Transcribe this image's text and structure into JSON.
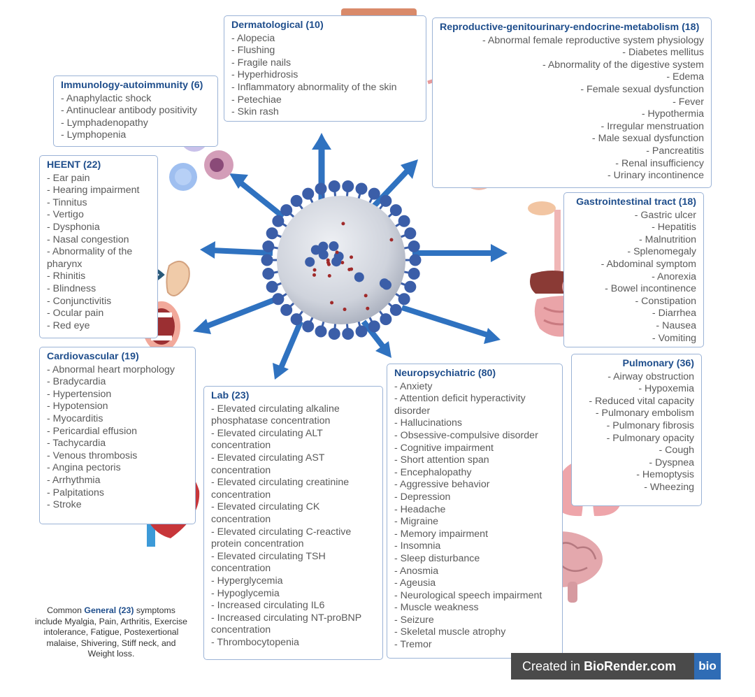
{
  "categories": {
    "dermatological": {
      "title": "Dermatological (10)",
      "items": [
        "- Alopecia",
        "- Flushing",
        "- Fragile nails",
        "- Hyperhidrosis",
        "- Inflammatory abnormality of the skin",
        "- Petechiae",
        "- Skin rash"
      ]
    },
    "immunology": {
      "title": "Immunology-autoimmunity (6)",
      "items": [
        "- Anaphylactic shock",
        "- Antinuclear antibody positivity",
        "- Lymphadenopathy",
        "- Lymphopenia"
      ]
    },
    "reproductive": {
      "title": "Reproductive-genitourinary-endocrine-metabolism (18)",
      "items": [
        "- Abnormal female reproductive system physiology",
        "- Diabetes mellitus",
        "- Abnormality of the digestive system",
        "- Edema",
        "- Female sexual dysfunction",
        "- Fever",
        "- Hypothermia",
        "- Irregular menstruation",
        "- Male sexual dysfunction",
        "- Pancreatitis",
        "- Renal insufficiency",
        "- Urinary incontinence"
      ]
    },
    "heent": {
      "title": "HEENT (22)",
      "items": [
        "- Ear pain",
        "- Hearing impairment",
        "- Tinnitus",
        "- Vertigo",
        "- Dysphonia",
        "- Nasal congestion",
        "- Abnormality of the",
        "pharynx",
        "- Rhinitis",
        "- Blindness",
        "- Conjunctivitis",
        "- Ocular pain",
        "- Red eye"
      ]
    },
    "gastrointestinal": {
      "title": "Gastrointestinal tract (18)",
      "items": [
        "- Gastric ulcer",
        "- Hepatitis",
        "- Malnutrition",
        "- Splenomegaly",
        "- Abdominal symptom",
        "- Anorexia",
        "- Bowel incontinence",
        "- Constipation",
        "- Diarrhea",
        "- Nausea",
        "- Vomiting"
      ]
    },
    "cardiovascular": {
      "title": "Cardiovascular (19)",
      "items": [
        "- Abnormal heart morphology",
        "- Bradycardia",
        "- Hypertension",
        "- Hypotension",
        "- Myocarditis",
        "- Pericardial effusion",
        "- Tachycardia",
        "- Venous thrombosis",
        "- Angina pectoris",
        "- Arrhythmia",
        "- Palpitations",
        "- Stroke"
      ]
    },
    "lab": {
      "title": "Lab (23)",
      "items": [
        "- Elevated circulating alkaline",
        "phosphatase concentration",
        "- Elevated circulating ALT",
        "concentration",
        "- Elevated circulating AST",
        "concentration",
        "- Elevated circulating creatinine",
        "concentration",
        "- Elevated circulating CK",
        "concentration",
        "- Elevated circulating C-reactive",
        "protein concentration",
        "- Elevated circulating TSH",
        "concentration",
        "- Hyperglycemia",
        "- Hypoglycemia",
        "- Increased circulating IL6",
        "- Increased circulating NT-proBNP",
        "concentration",
        "- Thrombocytopenia"
      ]
    },
    "neuropsychiatric": {
      "title": "Neuropsychiatric (80)",
      "items": [
        "- Anxiety",
        "- Attention deficit hyperactivity",
        "disorder",
        "- Hallucinations",
        "- Obsessive-compulsive disorder",
        "- Cognitive impairment",
        "- Short attention span",
        "- Encephalopathy",
        "- Aggressive behavior",
        "- Depression",
        "- Headache",
        "- Migraine",
        "- Memory impairment",
        "- Insomnia",
        "- Sleep disturbance",
        "- Anosmia",
        "- Ageusia",
        "- Neurological speech impairment",
        "- Muscle weakness",
        "- Seizure",
        "- Skeletal muscle atrophy",
        "- Tremor"
      ]
    },
    "pulmonary": {
      "title": "Pulmonary (36)",
      "items": [
        "- Airway obstruction",
        "- Hypoxemia",
        "- Reduced vital capacity",
        "- Pulmonary embolism",
        "- Pulmonary fibrosis",
        "- Pulmonary opacity",
        "- Cough",
        "- Dyspnea",
        "- Hemoptysis",
        "- Wheezing"
      ]
    }
  },
  "general": {
    "prefix": "Common ",
    "highlight": "General (23)",
    "suffix": " symptoms include Myalgia, Pain, Arthritis, Exercise intolerance, Fatigue, Postexertional malaise, Shivering, Stiff neck, and Weight loss."
  },
  "credit": {
    "prefix": "Created in ",
    "brand": "BioRender.com",
    "logo": "bio"
  },
  "colors": {
    "border": "#9bb3d6",
    "title": "#1f4e8c",
    "arrow": "#2f72c0",
    "virus_body": "#c9ced8",
    "spike": "#3b5ea8"
  },
  "icons": [
    "virus-icon",
    "skin-icon",
    "immune-cells-icon",
    "eye-icon",
    "ear-icon",
    "mouth-icon",
    "heart-icon",
    "blood-tube-icon",
    "brain-icon",
    "lungs-icon",
    "digestive-system-icon",
    "reproductive-organs-icon",
    "kidneys-icon"
  ]
}
